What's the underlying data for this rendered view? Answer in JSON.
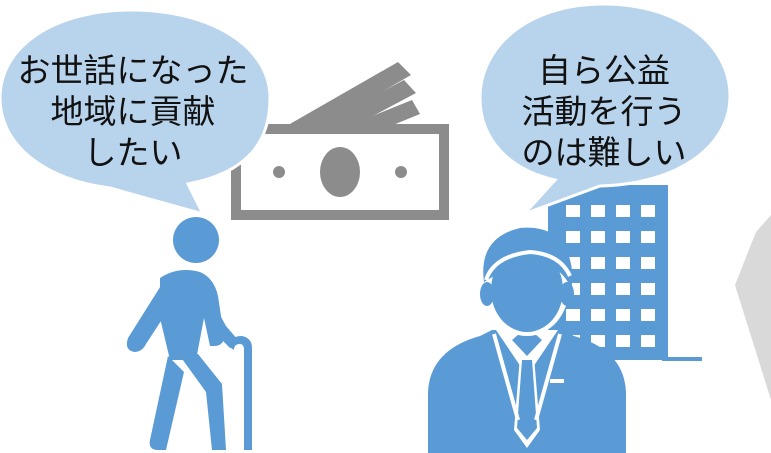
{
  "left_bubble": {
    "lines": [
      "お世話になった",
      "地域に貢献",
      "したい"
    ]
  },
  "right_bubble": {
    "lines": [
      "自ら公益",
      "活動を行う",
      "のは難しい"
    ]
  },
  "colors": {
    "bubble_fill": "#b8d3ec",
    "bubble_stroke": "#ffffff",
    "person_blue": "#5a9bd5",
    "money_gray": "#8c8c8c",
    "arrow_gray": "#d9d9d9"
  },
  "icons": [
    "elderly-person-with-cane-icon",
    "money-bills-icon",
    "businessman-icon",
    "office-building-icon",
    "arrow-chevron-icon"
  ]
}
